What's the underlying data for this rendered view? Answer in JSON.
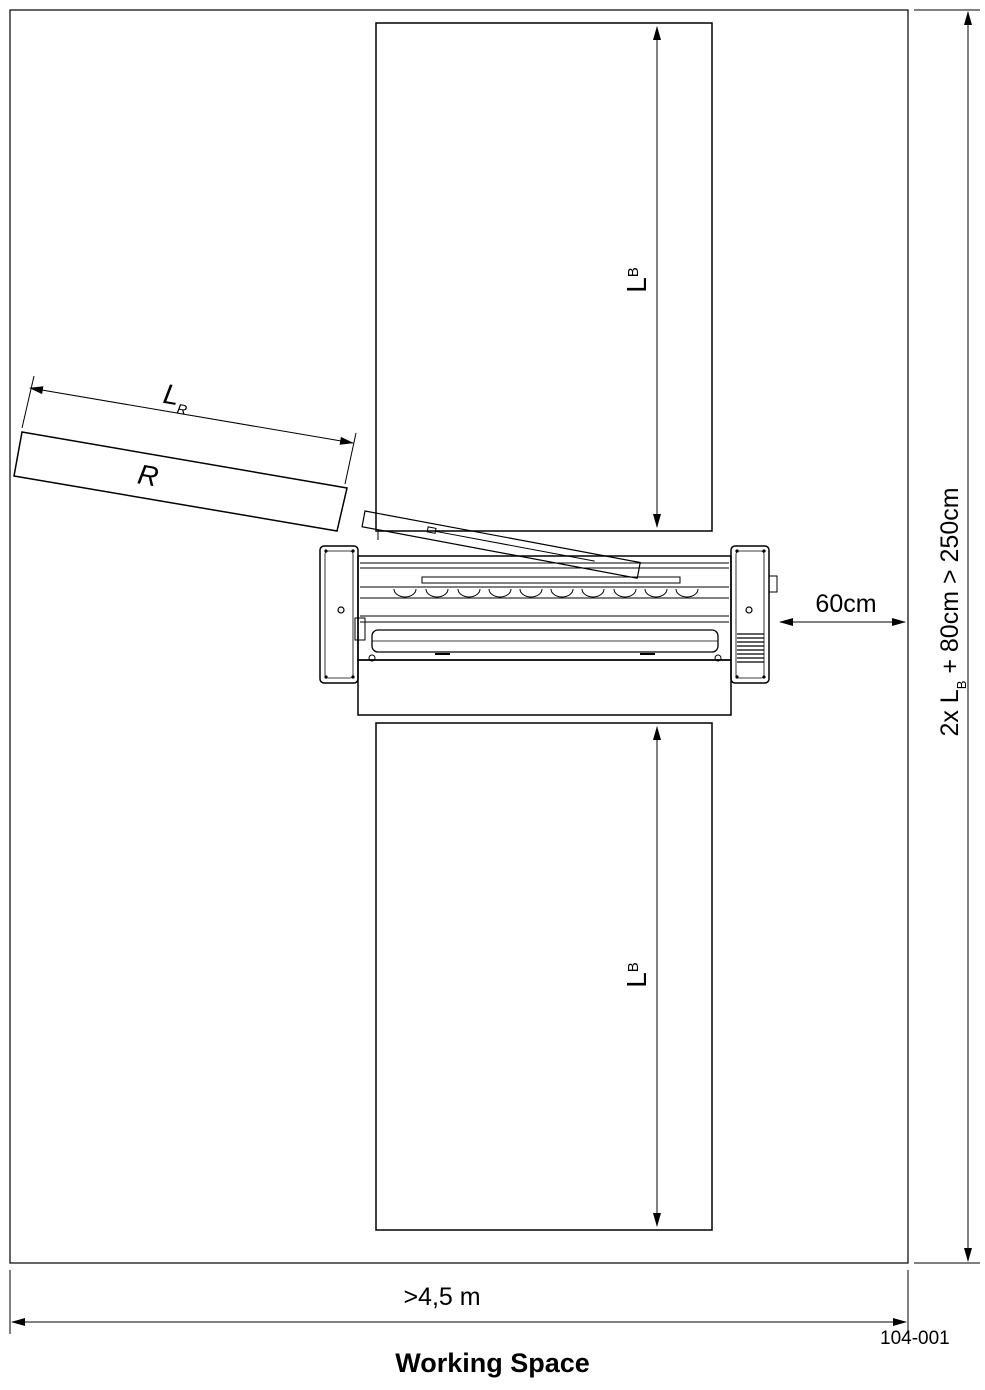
{
  "diagram": {
    "label_lb_symbol": "L",
    "label_lb_sub": "B",
    "label_lr_symbol": "L",
    "label_lr_sub": "R",
    "label_r": "R",
    "label_side_clearance": "60cm",
    "label_width": ">4,5 m",
    "label_height_prefix": "2x L",
    "label_height_sub": "B",
    "label_height_suffix": " + 80cm > 250cm",
    "drawing_number": "104-001",
    "caption": "Working Space"
  },
  "colors": {
    "line": "#000000",
    "background": "#ffffff"
  }
}
